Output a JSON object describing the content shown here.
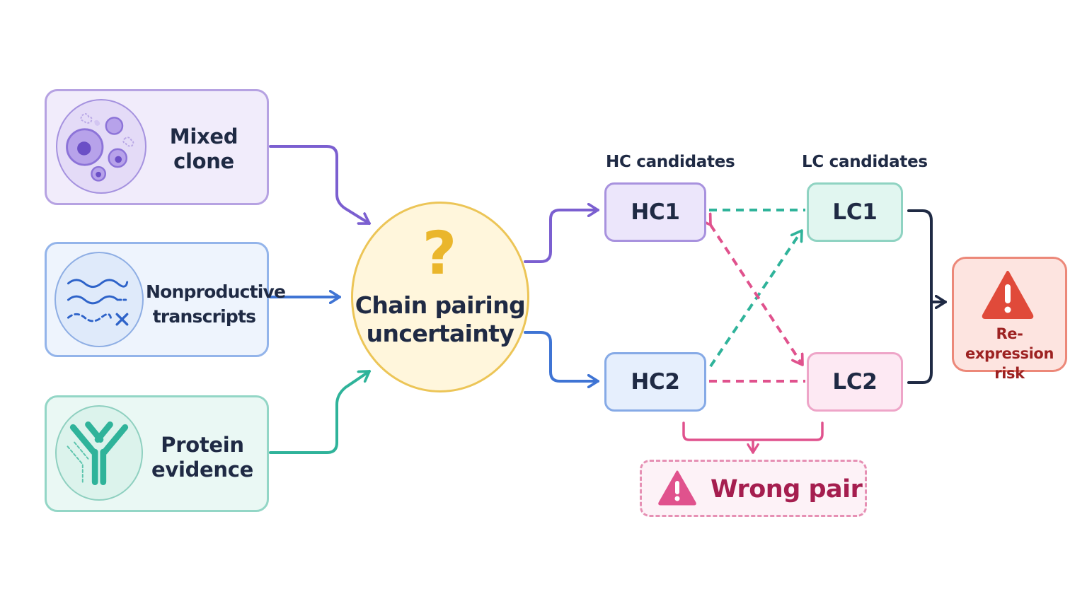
{
  "inputs": {
    "mixed_clone": {
      "label_line1": "Mixed",
      "label_line2": "clone",
      "icon": "cells-icon"
    },
    "nonproductive": {
      "label_line1": "Nonproductive",
      "label_line2": "transcripts",
      "icon": "broken-transcript-icon"
    },
    "protein": {
      "label_line1": "Protein",
      "label_line2": "evidence",
      "icon": "antibody-icon"
    }
  },
  "center": {
    "label_line1": "Chain pairing",
    "label_line2": "uncertainty",
    "symbol": "?"
  },
  "columns": {
    "hc_heading": "HC candidates",
    "lc_heading": "LC candidates"
  },
  "nodes": {
    "hc1": "HC1",
    "hc2": "HC2",
    "lc1": "LC1",
    "lc2": "LC2"
  },
  "outcome": {
    "label_line1": "Re-expression",
    "label_line2": "risk",
    "icon": "warning-triangle-icon"
  },
  "warning": {
    "label": "Wrong pair",
    "icon": "warning-triangle-icon"
  },
  "colors": {
    "purple": "#7b5fd0",
    "blue": "#3f74d4",
    "teal": "#2fb39a",
    "pink": "#e0528d",
    "navy": "#1f2a44",
    "amber": "#eab62c",
    "red": "#e04a3a"
  }
}
